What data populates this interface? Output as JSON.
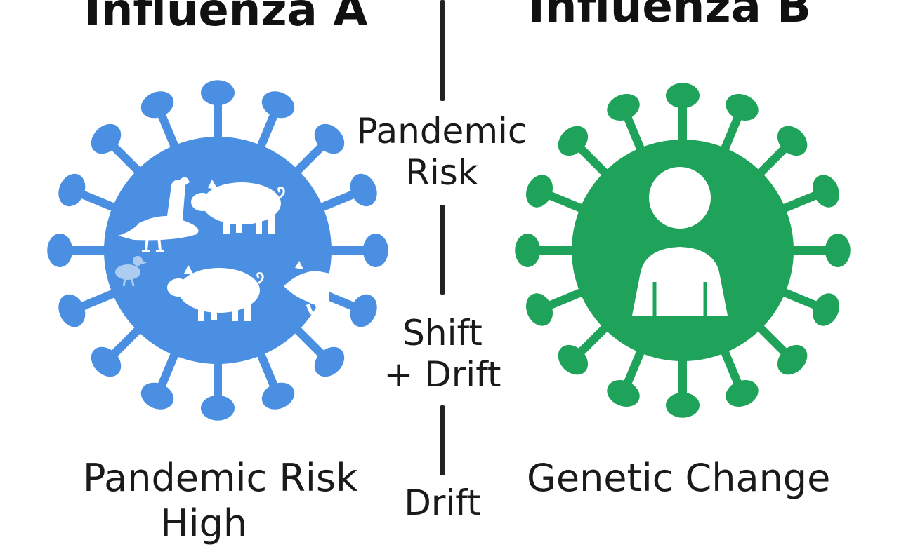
{
  "left_panel": {
    "title": "Influenza A",
    "color": "#4a8fe1",
    "icon": "virus-icon",
    "hosts": [
      "goose-icon",
      "pig-icon",
      "duck-icon",
      "pig-icon",
      "raccoon-icon"
    ],
    "bottom_label": "Pandemic Risk",
    "bottom_label_cut": "High"
  },
  "right_panel": {
    "title": "Influenza B",
    "color": "#1fa35a",
    "icon": "virus-icon",
    "host": "person-icon",
    "bottom_label": "Genetic Change"
  },
  "center": {
    "label_1_line_1": "Pandemic",
    "label_1_line_2": "Risk",
    "label_2_line_1": "Shift",
    "label_2_line_2": "+ Drift",
    "label_3_cut": "Drift"
  }
}
